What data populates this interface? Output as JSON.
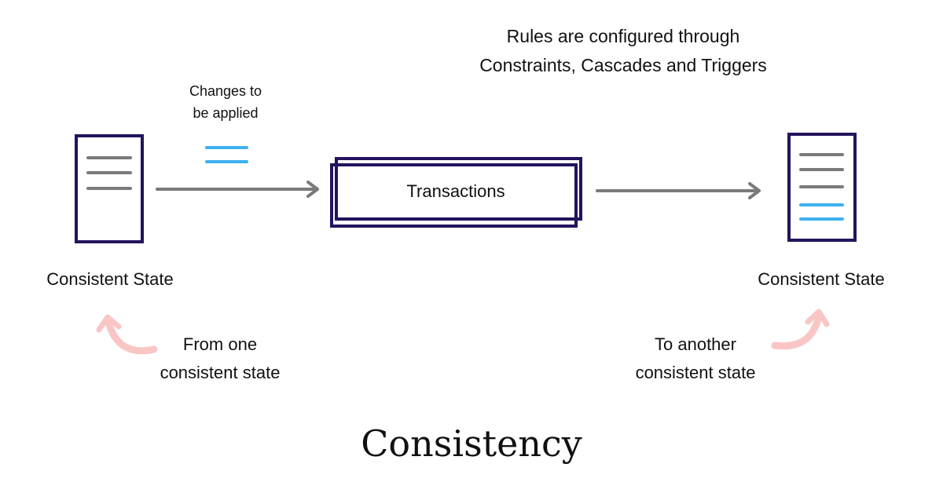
{
  "rules_line1": "Rules are configured through",
  "rules_line2": "Constraints, Cascades and Triggers",
  "changes_line1": "Changes to",
  "changes_line2": "be applied",
  "transactions_label": "Transactions",
  "left_state_label": "Consistent State",
  "right_state_label": "Consistent State",
  "from_line1": "From one",
  "from_line2": "consistent state",
  "to_line1": "To another",
  "to_line2": "consistent state",
  "title": "Consistency",
  "colors": {
    "navy": "#24135e",
    "gray": "#7a7a7a",
    "blue": "#3db1f0",
    "pink": "#f9c6c6"
  }
}
